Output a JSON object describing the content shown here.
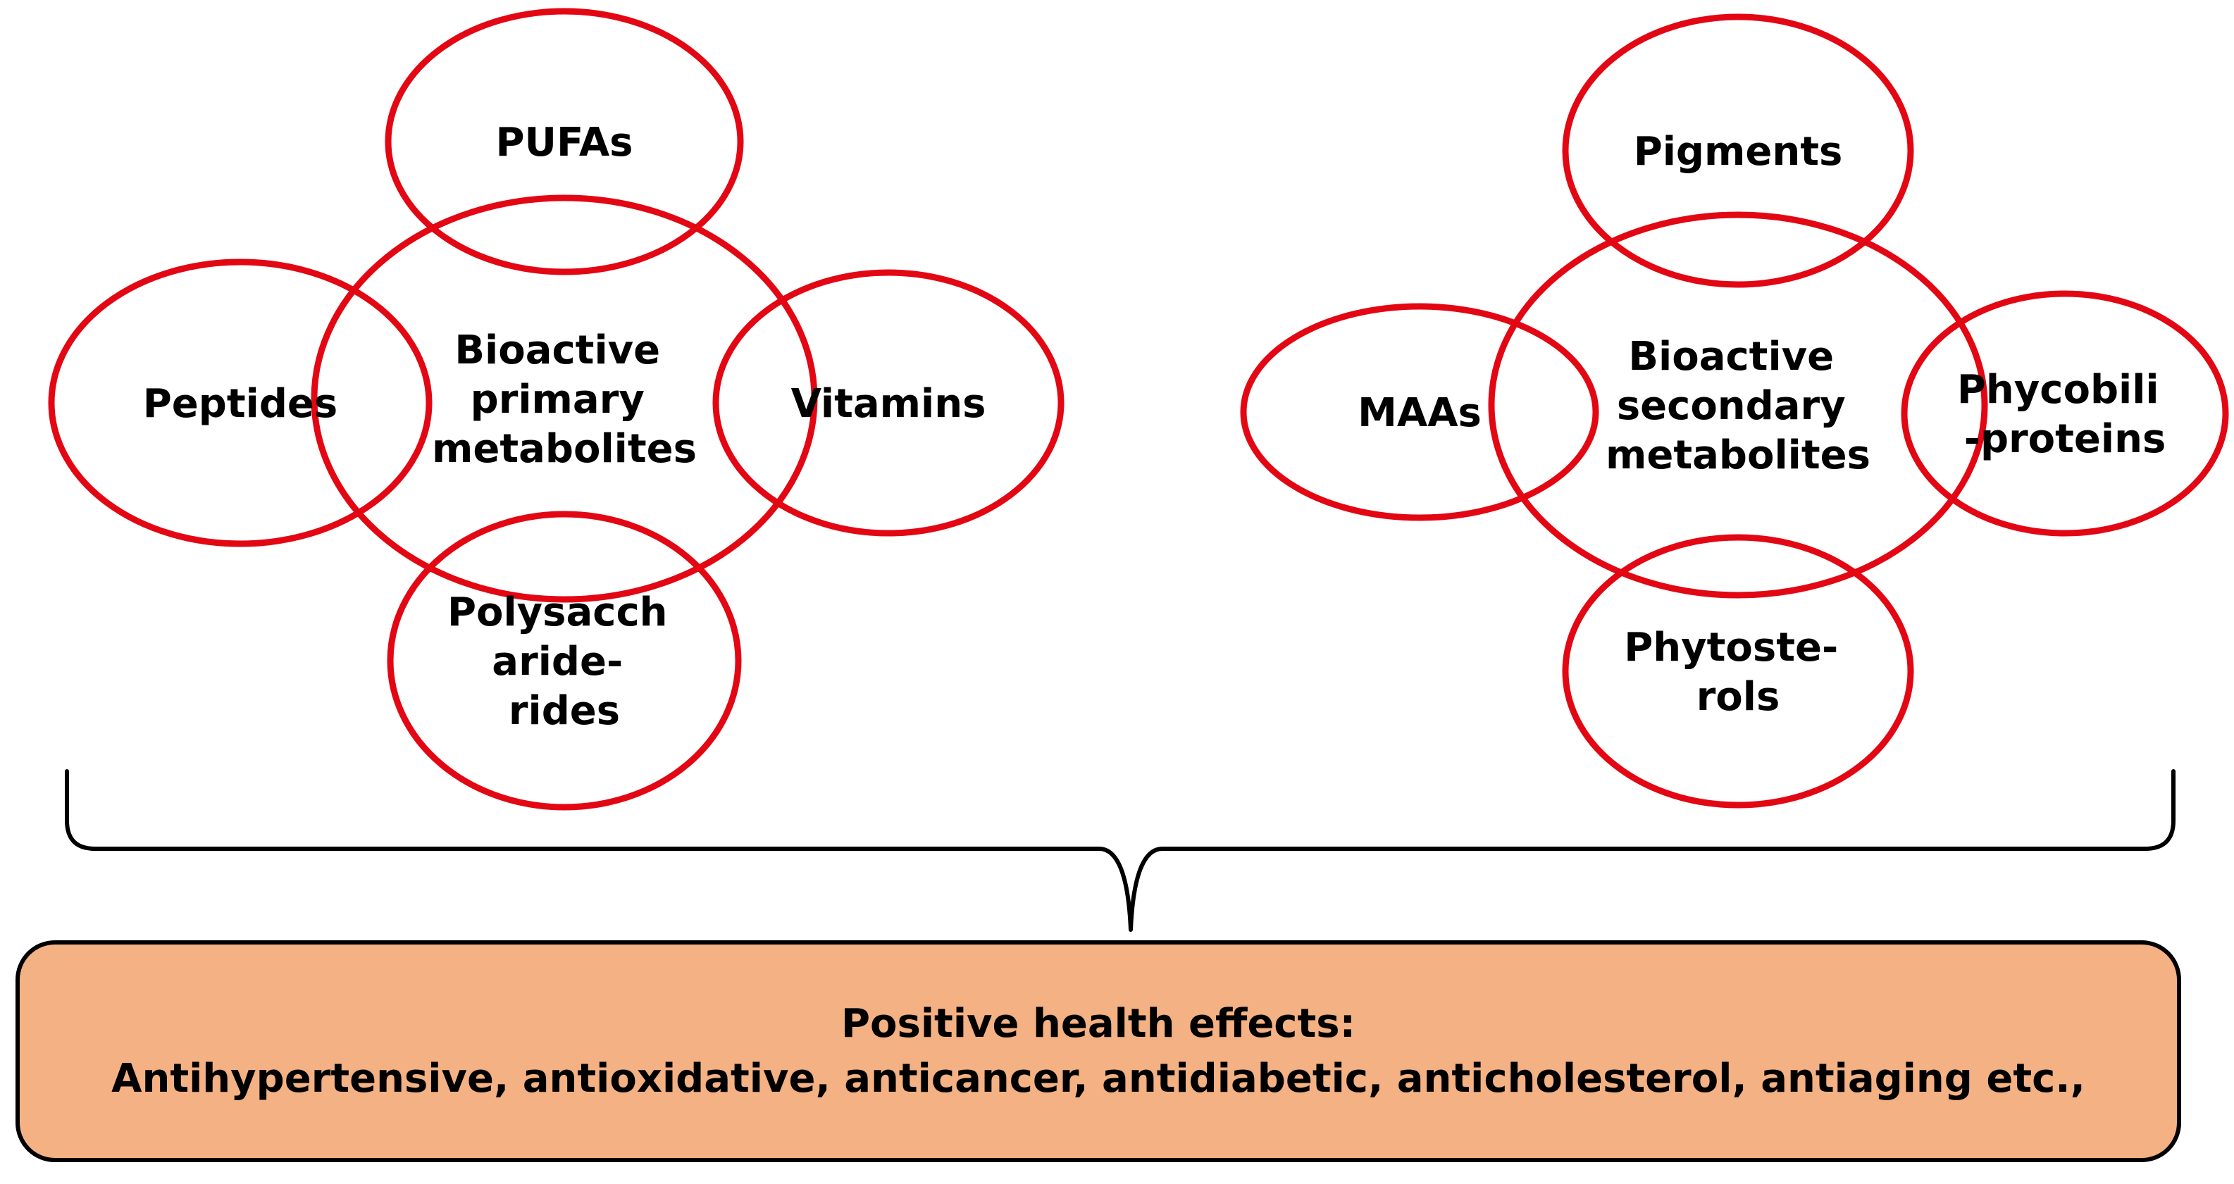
{
  "colors": {
    "ring_stroke": "#e30613",
    "box_fill": "#f4b183",
    "box_border": "#000000",
    "text": "#000000"
  },
  "primary_group": {
    "center": [
      "Bioactive",
      "primary",
      "metabolites"
    ],
    "pufas": [
      "PUFAs"
    ],
    "peptides": [
      "Peptides"
    ],
    "vitamins": [
      "Vitamins"
    ],
    "polysaccharides": [
      "Polysacch",
      "aride-",
      "rides"
    ]
  },
  "secondary_group": {
    "center": [
      "Bioactive",
      "secondary",
      "metabolites"
    ],
    "pigments": [
      "Pigments"
    ],
    "maas": [
      "MAAs"
    ],
    "phycobiliproteins": [
      "Phycobili",
      "-proteins"
    ],
    "phytosterols": [
      "Phytoste-",
      "rols"
    ]
  },
  "effects": {
    "title": "Positive health effects:",
    "list": "Antihypertensive, antioxidative, anticancer, antidiabetic, anticholesterol, antiaging etc.,"
  }
}
